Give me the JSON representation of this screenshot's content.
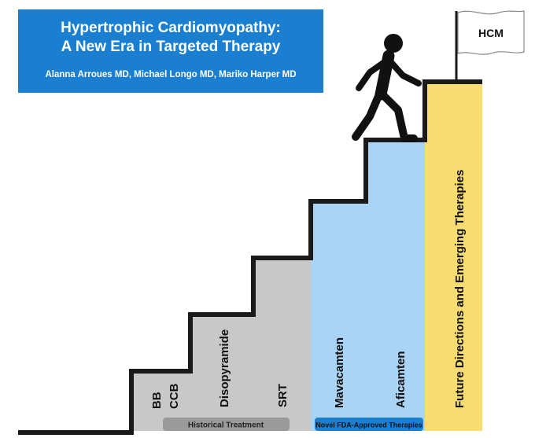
{
  "header": {
    "title_line1": "Hypertrophic Cardiomyopathy:",
    "title_line2": "A New Era in Targeted Therapy",
    "authors": "Alanna Arroues MD, Michael Longo MD, Mariko Harper MD"
  },
  "flag": {
    "label": "HCM"
  },
  "steps": {
    "bb": "BB",
    "ccb": "CCB",
    "disopyramide": "Disopyramide",
    "srt": "SRT",
    "mavacamten": "Mavacamten",
    "aficamten": "Aficamten",
    "future": "Future Directions and Emerging Therapies"
  },
  "groups": {
    "historical": "Historical Treatment",
    "novel": "Novel FDA-Approved Therapies"
  },
  "colors": {
    "title_bg": "#1a7fd0",
    "historical_fill": "#c8c8c8",
    "novel_fill": "#a9d4f5",
    "future_fill": "#f7dc6f",
    "stair_line": "#1a1a1a",
    "historical_label_bg": "#9a9a9a",
    "novel_label_bg": "#1a7fd0"
  }
}
